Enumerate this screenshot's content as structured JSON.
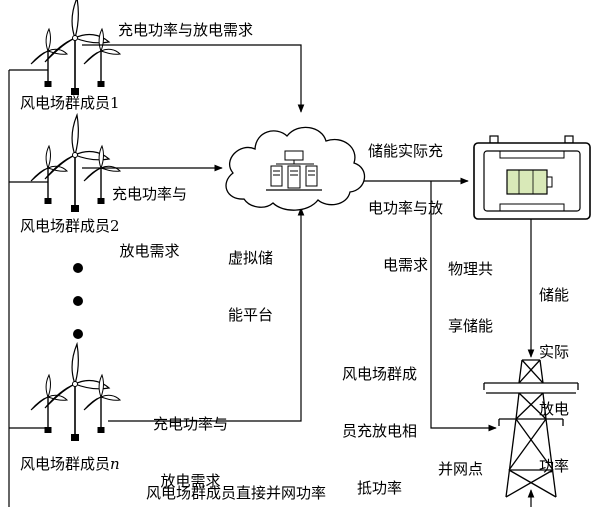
{
  "labels": {
    "member1": "风电场群成员1",
    "member2": "风电场群成员2",
    "member_n_prefix": "风电场群成员",
    "member_n_suffix": "n",
    "charge_demand_top": "充电功率与放电需求",
    "charge_demand_2_line1": "充电功率与",
    "charge_demand_2_line2": "放电需求",
    "charge_demand_n_line1": "充电功率与",
    "charge_demand_n_line2": "放电需求",
    "platform_line1": "虚拟储",
    "platform_line2": "能平台",
    "storage_actual_line1": "储能实际充",
    "storage_actual_line2": "电功率与放",
    "storage_actual_line3": "电需求",
    "physical_line1": "物理共",
    "physical_line2": "享储能",
    "discharge_line1": "储能",
    "discharge_line2": "实际",
    "discharge_line3": "放电",
    "discharge_line4": "功率",
    "offset_line1": "风电场群成",
    "offset_line2": "员充放电相",
    "offset_line3": "抵功率",
    "grid_point": "并网点",
    "direct_grid": "风电场群成员直接并网功率"
  }
}
